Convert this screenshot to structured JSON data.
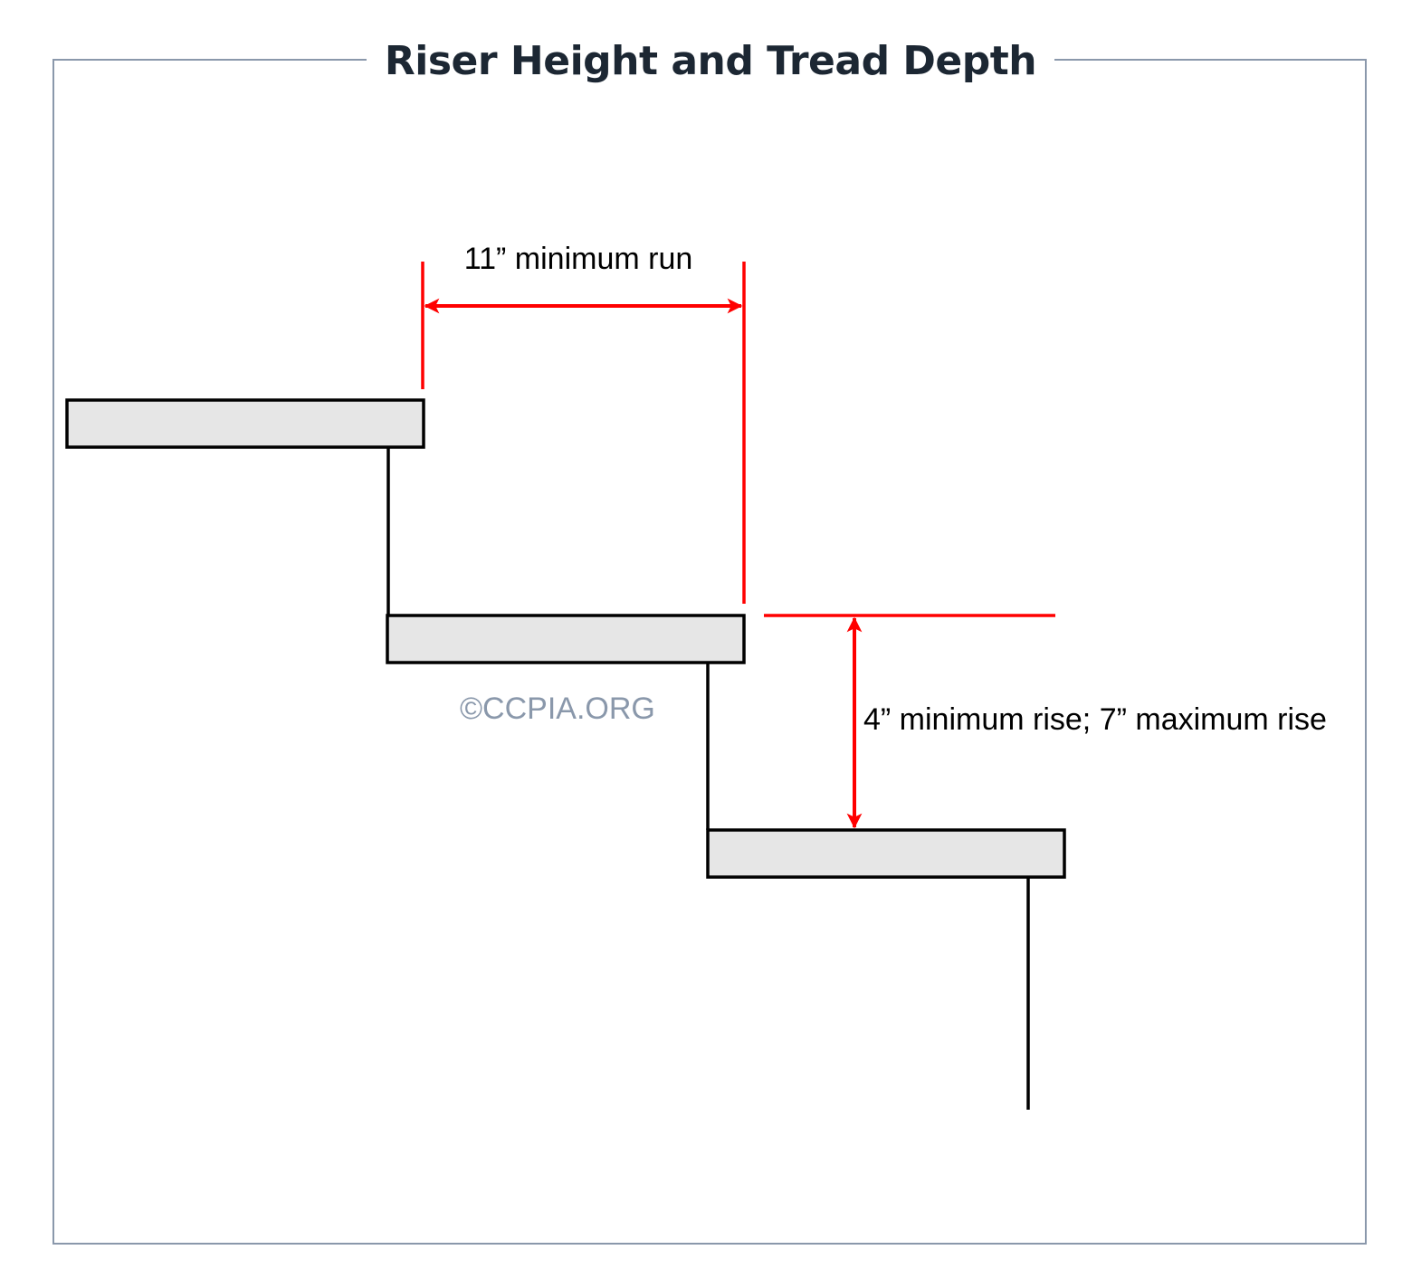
{
  "title": "Riser Height and Tread Depth",
  "labels": {
    "run": "11” minimum run",
    "rise": "4” minimum rise; 7” maximum rise",
    "watermark": "©CCPIA.ORG"
  },
  "colors": {
    "frame": "#8a98ab",
    "dimension": "#ff0000",
    "tread_fill": "#e6e6e6",
    "outline": "#000000",
    "title": "#1c2733",
    "watermark": "#8a98ab"
  }
}
